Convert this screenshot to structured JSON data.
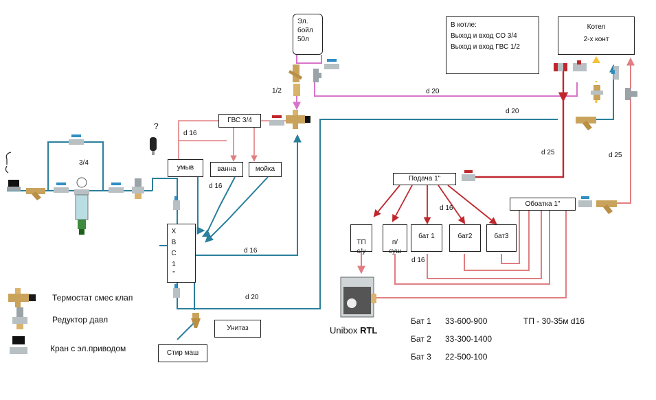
{
  "colors": {
    "cold": "#2a7f9c",
    "hot": "#e07e82",
    "supply": "#c0272d",
    "dhw": "#d873c9",
    "yellow": "#f3c23a",
    "brass": "#c9a35b",
    "valve_blue": "#2f8fc4"
  },
  "boiler": {
    "title": "Котел",
    "subtitle": "2-х конт"
  },
  "boiler_note": {
    "line1": "В котле:",
    "line2": "Выход и вход  СО 3/4",
    "line3": "Выход и вход  ГВС 1/2"
  },
  "water_heater": {
    "line1": "Эл.",
    "line2": "бойл",
    "line3": "50л"
  },
  "dhw_manifold": "ГВС 3/4",
  "cold_manifold": {
    "chars": [
      "Х",
      "В",
      "С",
      "1",
      "\""
    ]
  },
  "fixtures": {
    "washbasin": "умыв",
    "bath": "ванна",
    "sink": "мойка",
    "toilet": "Унитаз",
    "washer": "Стир маш"
  },
  "heating": {
    "supply": "Подача  1\"",
    "return": "Обоатка  1\"",
    "underfloor": "ТП\nс/у",
    "towel_dryer": "п/\nсуш",
    "radiators": [
      "бат 1",
      "бат2",
      "бат3"
    ],
    "unibox_brand": "Unibox",
    "unibox_model": "RTL"
  },
  "pipe_labels": {
    "half": "1/2",
    "three_quarter": "3/4",
    "d20_top": "d 20",
    "d20_mid": "d 20",
    "d20_low": "d 20",
    "d16_top": "d 16",
    "d16_fixtures": "d 16",
    "d16_cold": "d 16",
    "d16_supply": "d 16",
    "d16_rad": "d 16",
    "d25_left": "d 25",
    "d25_right": "d 25",
    "question": "?"
  },
  "legend": [
    {
      "icon": "thermostatic-mixing-valve-icon",
      "text": "Термостат смес клап"
    },
    {
      "icon": "pressure-reducer-icon",
      "text": "Редуктор давл"
    },
    {
      "icon": "motorized-valve-icon",
      "text": "Кран с эл.приводом"
    }
  ],
  "specs": {
    "b1_name": "Бат 1",
    "b1_value": "33-600-900",
    "b2_name": "Бат 2",
    "b2_value": "33-300-1400",
    "b3_name": "Бат 3",
    "b3_value": "22-500-100",
    "tp_value": "ТП -  30-35м  d16"
  }
}
